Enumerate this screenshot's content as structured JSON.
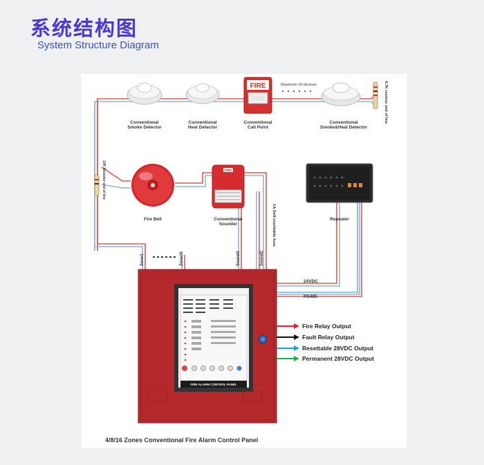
{
  "header": {
    "title_cn": "系统结构图",
    "title_en": "System Structure Diagram"
  },
  "devices": {
    "smoke_detector": [
      "Conventional",
      "Smoke Detector"
    ],
    "heat_detector": [
      "Conventional",
      "Heat Detector"
    ],
    "call_point": [
      "Conventional",
      "Call Point"
    ],
    "smoke_heat_detector": [
      "Conventional",
      "Smoke&Heat Detector"
    ],
    "fire_bell": "Fire Bell",
    "sounder": [
      "Conventional",
      "Sounder"
    ],
    "repeater": "Repeater"
  },
  "labels": {
    "max_devices": "Maximum 30 devices",
    "resistor_4k7": "4.7K resistor end of line",
    "resistor_10k": "10K Resistor end of line",
    "fire_text": "FIRE",
    "self_fuse": "1A Self resettable fuse",
    "zone1": "Zone1",
    "zone16": "Zone16",
    "sound1": "Sound1",
    "sound2": "Sound2",
    "v24": "24VDC",
    "rs485": "RS485",
    "panel_plate": "FIRE ALARM CONTROL PANEL",
    "caption": "4/8/16 Zones Conventional Fire Alarm Control Panel"
  },
  "outputs": [
    {
      "label": "Fire Relay Output",
      "color": "#e8202a"
    },
    {
      "label": "Fault Relay Output",
      "color": "#111111"
    },
    {
      "label": "Resettable 28VDC Output",
      "color": "#1ea0e6"
    },
    {
      "label": "Permanent 28VDC Output",
      "color": "#22b04b"
    }
  ],
  "colors": {
    "wire_red": "#e05a4a",
    "wire_blue": "#8fb3d9",
    "panel_red": "#b5282c"
  }
}
